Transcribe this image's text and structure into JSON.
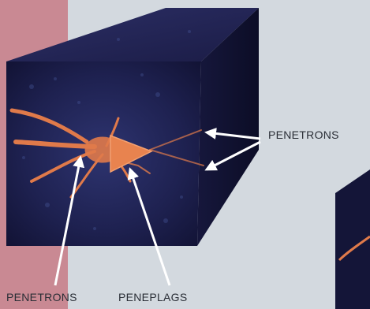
{
  "colors": {
    "background": "#d3d9df",
    "left_strip": "#c98993",
    "cube_top": "#1f2050",
    "cube_front": "#1e1f4d",
    "cube_side": "#0f1030",
    "neuron_orange": "#e07a4a",
    "arrow": "#ffffff"
  },
  "labels": {
    "penetrons_right": "PENETRONS",
    "penetrons_bottom": "PENETRONS",
    "peneplags_bottom": "PENEPLAGS"
  }
}
